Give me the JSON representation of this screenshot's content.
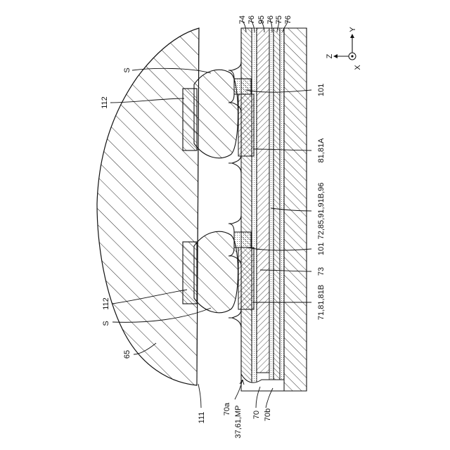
{
  "labels": {
    "l74": "74",
    "l76a": "76",
    "l95": "95",
    "l76b": "76",
    "l75": "75",
    "l76c": "76",
    "axis_y": "Y",
    "axis_z": "Z",
    "axis_x": "X",
    "s_top": "S",
    "s_bottom": "S",
    "l112_top": "112",
    "l112_bottom": "112",
    "l101_top": "101",
    "l101_bottom": "101",
    "l81A": "81,81A",
    "l72": "72,85,91,91B,96",
    "l73": "73",
    "l71": "71,81,81B",
    "l65": "65",
    "l111": "111",
    "l70a": "70a",
    "l37": "37,61,MP",
    "l70": "70",
    "l70b": "70b"
  }
}
